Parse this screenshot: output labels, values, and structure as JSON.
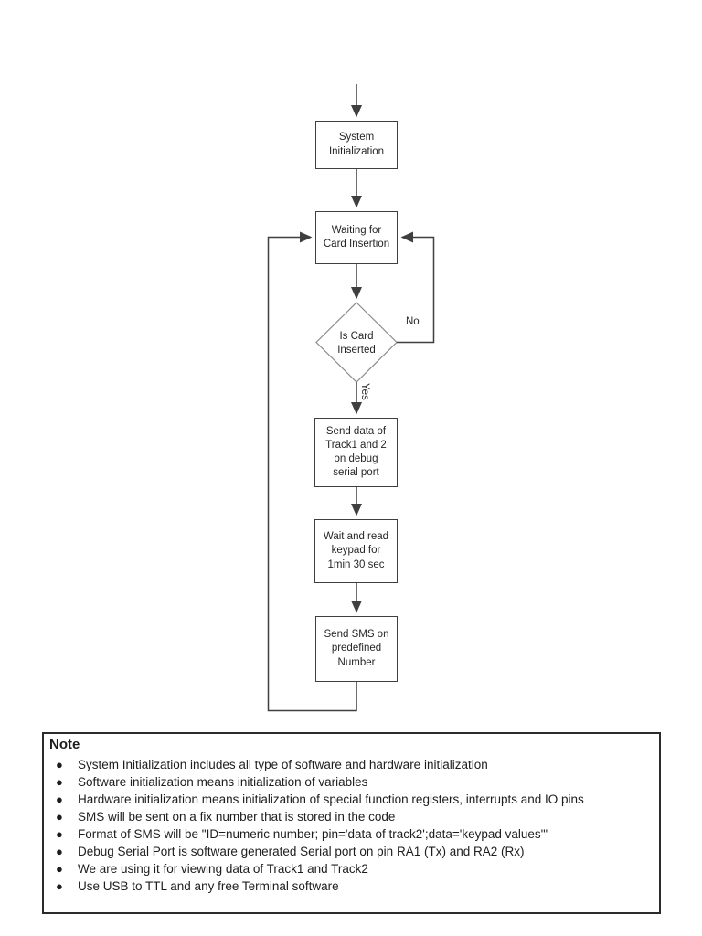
{
  "flowchart": {
    "nodes": {
      "system_init": "System\nInitialization",
      "waiting": "Waiting for\nCard Insertion",
      "decision": "Is Card\nInserted",
      "send_data": "Send data of\nTrack1 and 2\non debug\nserial port",
      "wait_read": "Wait and read\nkeypad for\n1min 30 sec",
      "send_sms": "Send SMS on\npredefined\nNumber"
    },
    "labels": {
      "no": "No",
      "yes": "Yes"
    }
  },
  "note": {
    "title": "Note",
    "items": [
      "System Initialization includes all type of software and hardware initialization",
      "Software initialization means initialization of variables",
      "Hardware initialization means initialization of special function registers, interrupts and IO pins",
      "SMS will be sent on a fix number that is stored in the code",
      "Format of SMS will be \"ID=numeric number; pin='data of track2';data='keypad values'\"",
      "Debug Serial Port is software generated Serial port on pin RA1 (Tx) and RA2 (Rx)",
      "We are using it for viewing data of Track1 and Track2",
      "Use USB to TTL and any free Terminal software"
    ]
  },
  "colors": {
    "line": "#3f3f3f",
    "text": "#262626",
    "background": "#ffffff"
  }
}
